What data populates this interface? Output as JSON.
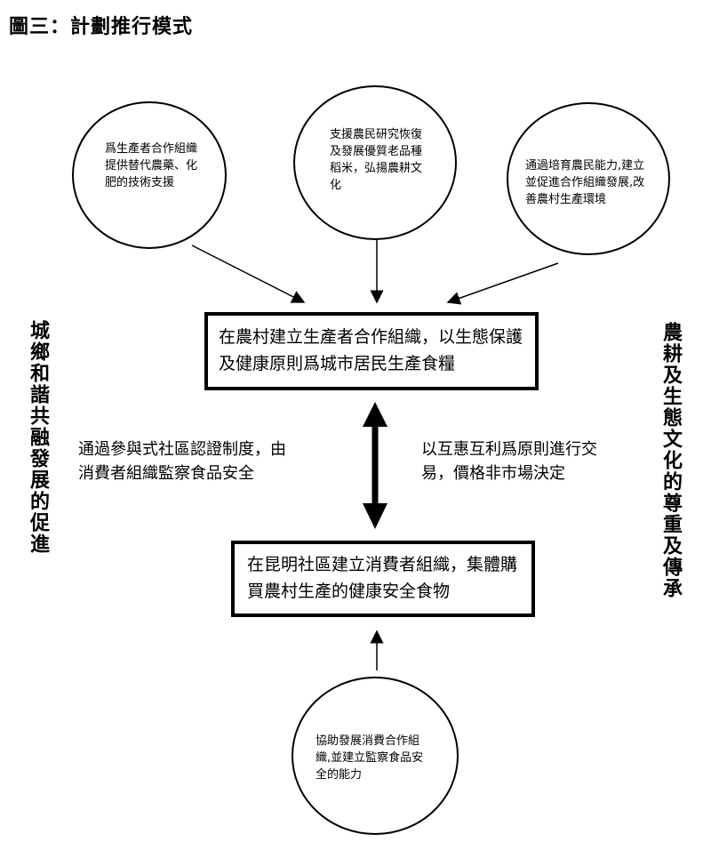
{
  "title": "圖三：計劃推行模式",
  "ellipses": {
    "top_left": "爲生產者合作組織提供替代農藥、化肥的技術支援",
    "top_center": "支援農民研究恢復及發展優質老品種稻米，弘揚農耕文化",
    "top_right": "通過培育農民能力,建立並促進合作組織發展,改善農村生產環境",
    "bottom": "協助發展消費合作組織,並建立監察食品安全的能力"
  },
  "boxes": {
    "producer": "在農村建立生產者合作組織，以生態保護及健康原則爲城市居民生產食糧",
    "consumer": "在昆明社區建立消費者組織，集體購買農村生產的健康安全食物"
  },
  "middle_text": {
    "left": "通過參與式社區認證制度，由消費者組織監察食品安全",
    "right": "以互惠互利爲原則進行交易，價格非市場決定"
  },
  "side_labels": {
    "left": "城鄉和諧共融發展的促進",
    "right": "農耕及生態文化的尊重及傳承"
  }
}
